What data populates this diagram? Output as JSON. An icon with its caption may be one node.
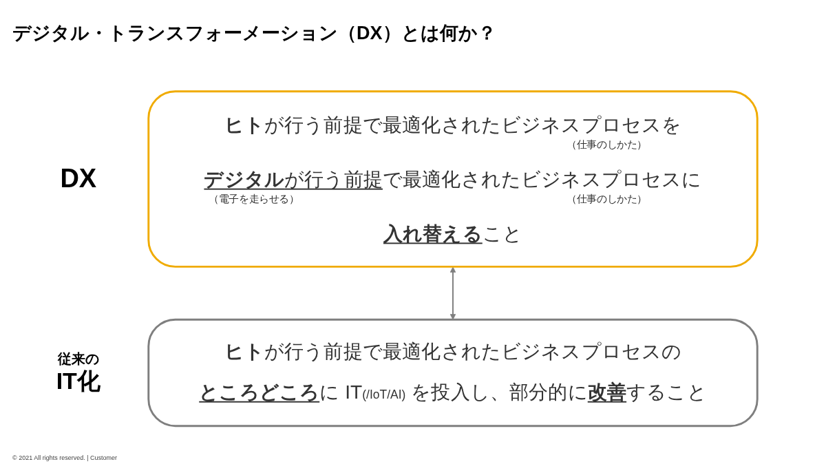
{
  "diagram": {
    "title": "デジタル・トランスフォーメーション（DX）とは何か？",
    "nodes": [
      {
        "text": [
          "**ヒト**が行う前提で最適化されたビジネスプロセスを",
          "（仕事のしかた）",
          "**デジタル**が行う前提で最適化されたビジネスプロセスに",
          "（電子を走らせる）",
          "（仕事のしかた）",
          "**入れ替える**こと"
        ],
        "beside": [
          "DX"
        ]
      },
      {
        "text": [
          "**ヒト**が行う前提で最適化されたビジネスプロセスの",
          "**ところどころ**に IT$_{(/IoT/AI)}$ を投入し、部分的に**改善**すること"
        ],
        "beside": [
          "従来の",
          "IT化"
        ]
      }
    ],
    "edges": [
      {
        "from": 0,
        "to": 1,
        "arrow": "both"
      }
    ],
    "labels": [
      "© 2021 All rights reserved. | Customer"
    ]
  }
}
